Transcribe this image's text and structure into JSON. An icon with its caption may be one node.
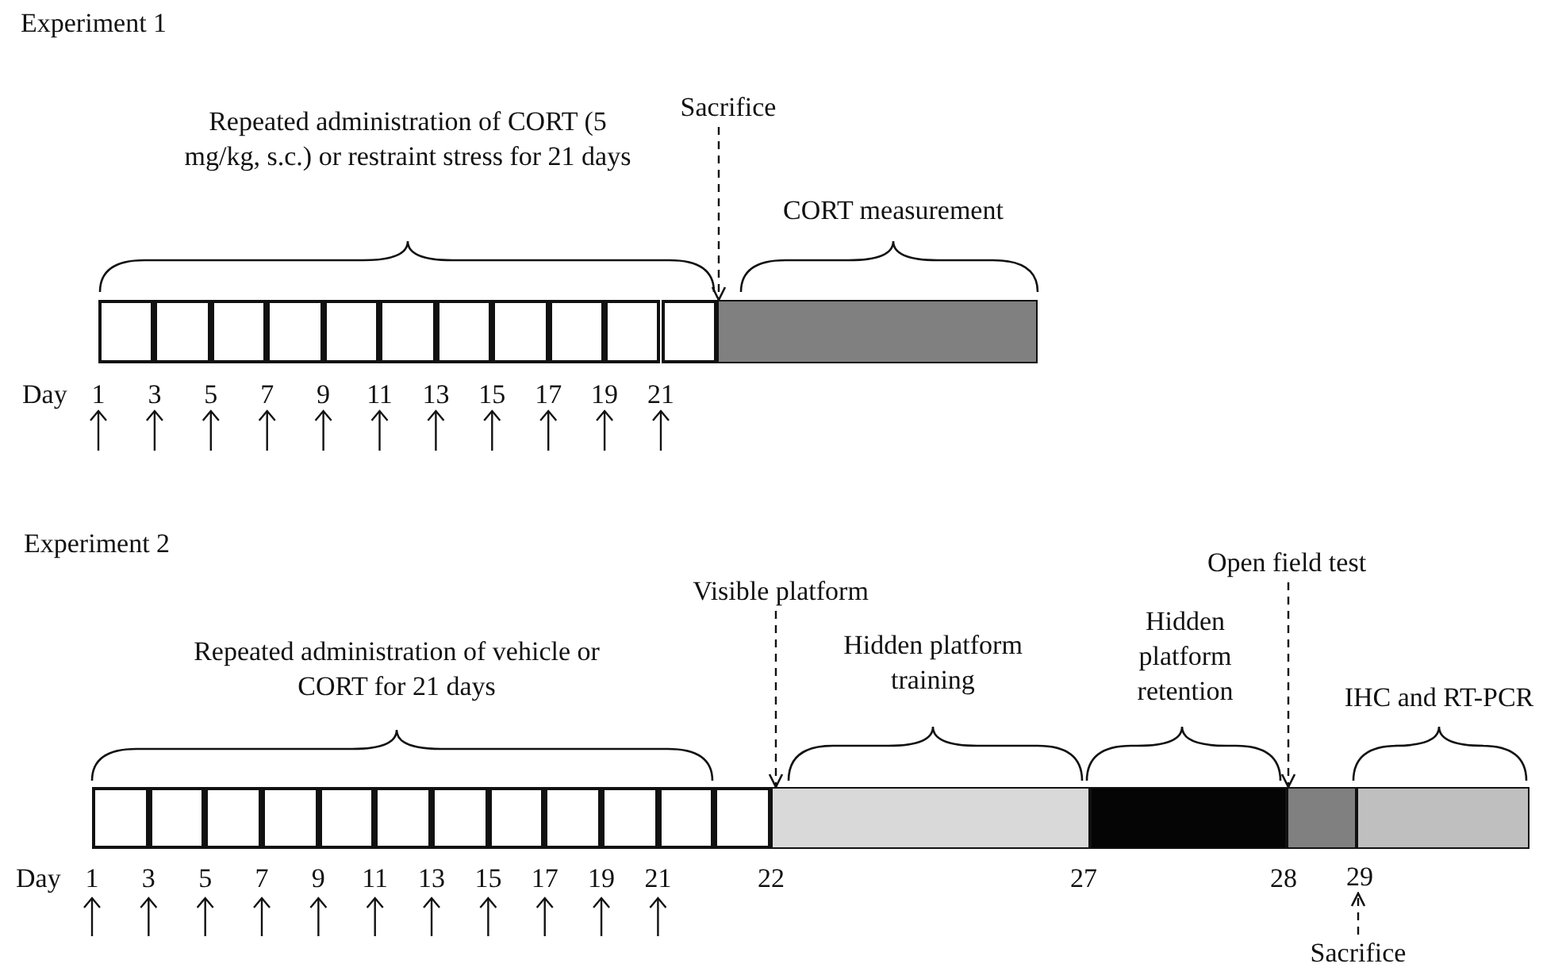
{
  "diagram": {
    "nodes": [
      {
        "text": [
          "Sacrifice"
        ]
      },
      {
        "text": [],
        "shape": "box"
      },
      {
        "text": [],
        "shape": "box"
      },
      {
        "text": [],
        "shape": "box"
      },
      {
        "text": [],
        "shape": "box"
      },
      {
        "text": [],
        "shape": "box"
      },
      {
        "text": [],
        "shape": "box"
      },
      {
        "text": [],
        "shape": "box"
      },
      {
        "text": [],
        "shape": "box"
      },
      {
        "text": [],
        "shape": "box"
      },
      {
        "text": [],
        "shape": "box"
      },
      {
        "text": [],
        "shape": "box"
      },
      {
        "text": [],
        "shape": "bar"
      },
      {
        "text": [
          "Visible platform"
        ]
      },
      {
        "text": [
          "Open field test"
        ]
      },
      {
        "text": [],
        "shape": "box"
      },
      {
        "text": [],
        "shape": "box"
      },
      {
        "text": [],
        "shape": "box"
      },
      {
        "text": [],
        "shape": "box"
      },
      {
        "text": [],
        "shape": "box"
      },
      {
        "text": [],
        "shape": "box"
      },
      {
        "text": [],
        "shape": "box"
      },
      {
        "text": [],
        "shape": "box"
      },
      {
        "text": [],
        "shape": "box"
      },
      {
        "text": [],
        "shape": "box"
      },
      {
        "text": [],
        "shape": "box"
      },
      {
        "text": [],
        "shape": "box"
      },
      {
        "text": [],
        "shape": "bar"
      },
      {
        "text": [],
        "shape": "bar"
      },
      {
        "text": [],
        "shape": "bar"
      },
      {
        "text": [],
        "shape": "bar"
      },
      {
        "text": [
          "29"
        ]
      },
      {
        "text": [
          "Sacrifice"
        ]
      }
    ],
    "edges": [
      {
        "from": 0,
        "to": 12,
        "arrow": "to",
        "style": "dashed"
      },
      {
        "from": 13,
        "to": 26,
        "arrow": "to",
        "style": "dashed"
      },
      {
        "from": 14,
        "to": 29,
        "arrow": "to",
        "style": "dashed"
      },
      {
        "from": 32,
        "to": 31,
        "arrow": "to",
        "style": "dashed"
      }
    ],
    "labels": [
      "Experiment 1",
      "Repeated administration of CORT (5 mg/kg, s.c.) or restraint stress for 21 days",
      "CORT measurement",
      "Day",
      "1",
      "3",
      "5",
      "7",
      "9",
      "11",
      "13",
      "15",
      "17",
      "19",
      "21",
      "Experiment 2",
      "Repeated administration of vehicle or CORT for 21 days",
      "Hidden platform training",
      "Hidden platform retention",
      "IHC and RT-PCR",
      "Day",
      "1",
      "3",
      "5",
      "7",
      "9",
      "11",
      "13",
      "15",
      "17",
      "19",
      "21",
      "22",
      "27",
      "28"
    ]
  }
}
